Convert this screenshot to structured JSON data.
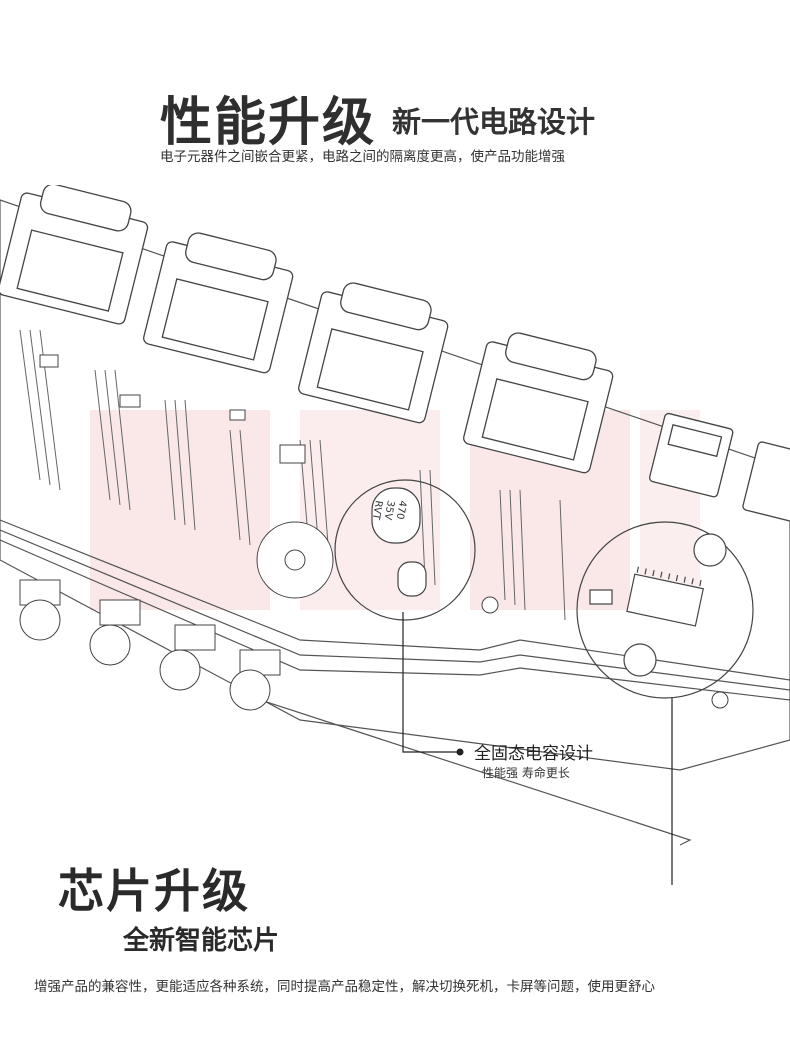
{
  "header": {
    "title": "性能升级",
    "subtitle": "新一代电路设计",
    "description": "电子元器件之间嵌合更紧，电路之间的隔离度更高，使产品功能增强"
  },
  "callout": {
    "title": "全固态电容设计",
    "subtitle": "性能强 寿命更长"
  },
  "capacitor_labels": [
    "470",
    "35V",
    "RVT"
  ],
  "chip_section": {
    "title": "芯片升级",
    "subtitle": "全新智能芯片",
    "description": "增强产品的兼容性，更能适应各种系统，同时提高产品稳定性，解决切换死机，卡屏等问题，使用更舒心"
  },
  "colors": {
    "text": "#2b2b2b",
    "line": "#222222",
    "watermark": "#f6dcdc"
  }
}
